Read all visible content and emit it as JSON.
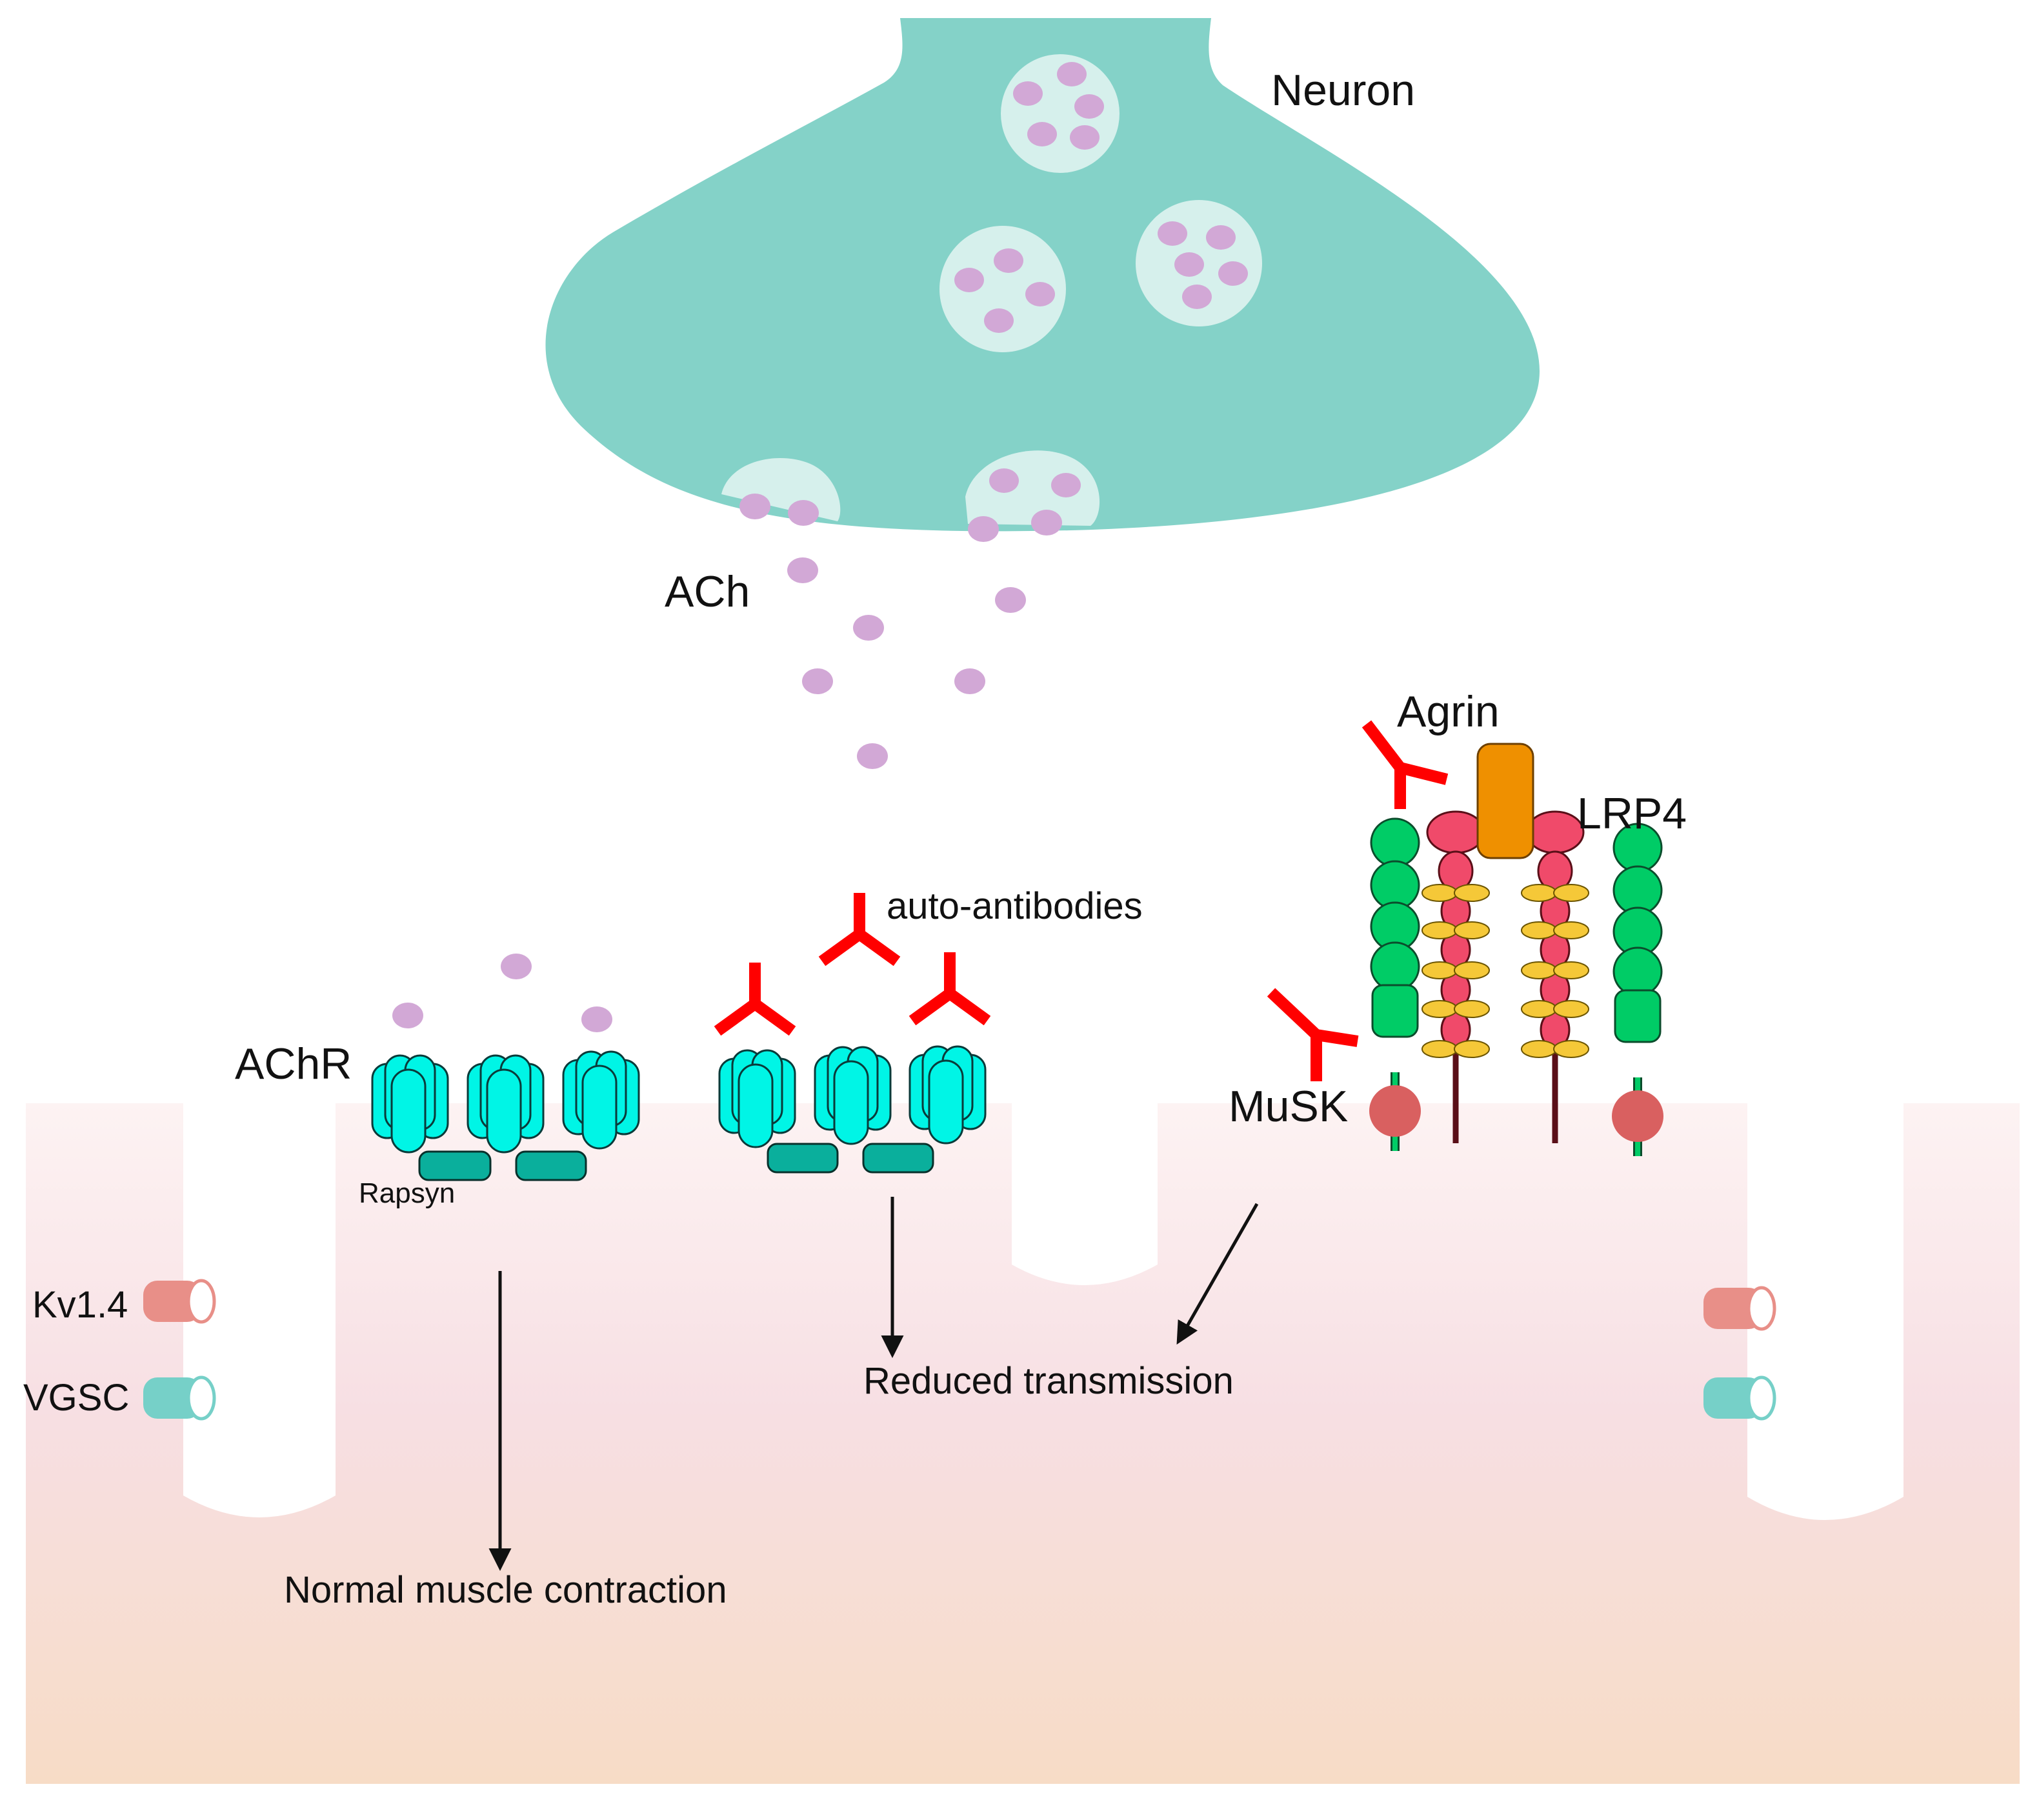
{
  "labels": {
    "neuron": "Neuron",
    "ach": "ACh",
    "agrin": "Agrin",
    "lrp4": "LRP4",
    "auto_antibodies": "auto-antibodies",
    "achr": "AChR",
    "musk": "MuSK",
    "rapsyn": "Rapsyn",
    "kv14": "Kv1.4",
    "vgsc": "VGSC",
    "reduced_transmission": "Reduced transmission",
    "normal_contraction": "Normal muscle contraction"
  },
  "colors": {
    "neuron": "#84d2c8",
    "vesicle": "#d6f0ec",
    "ach": "#d2a8d6",
    "achr": "#00f5e6",
    "rapsyn": "#0aaf9c",
    "antibody": "#ff0000",
    "agrin": "#ef9000",
    "lrp4": "#f04a6a",
    "lrp4_domain": "#f5c838",
    "musk": "#00cc66",
    "musk_base": "#d96060",
    "kv14": "#e88f88",
    "vgsc": "#76d0c8",
    "muscle_top": "#fdf1f1",
    "muscle_bottom": "#f7dcc6"
  }
}
